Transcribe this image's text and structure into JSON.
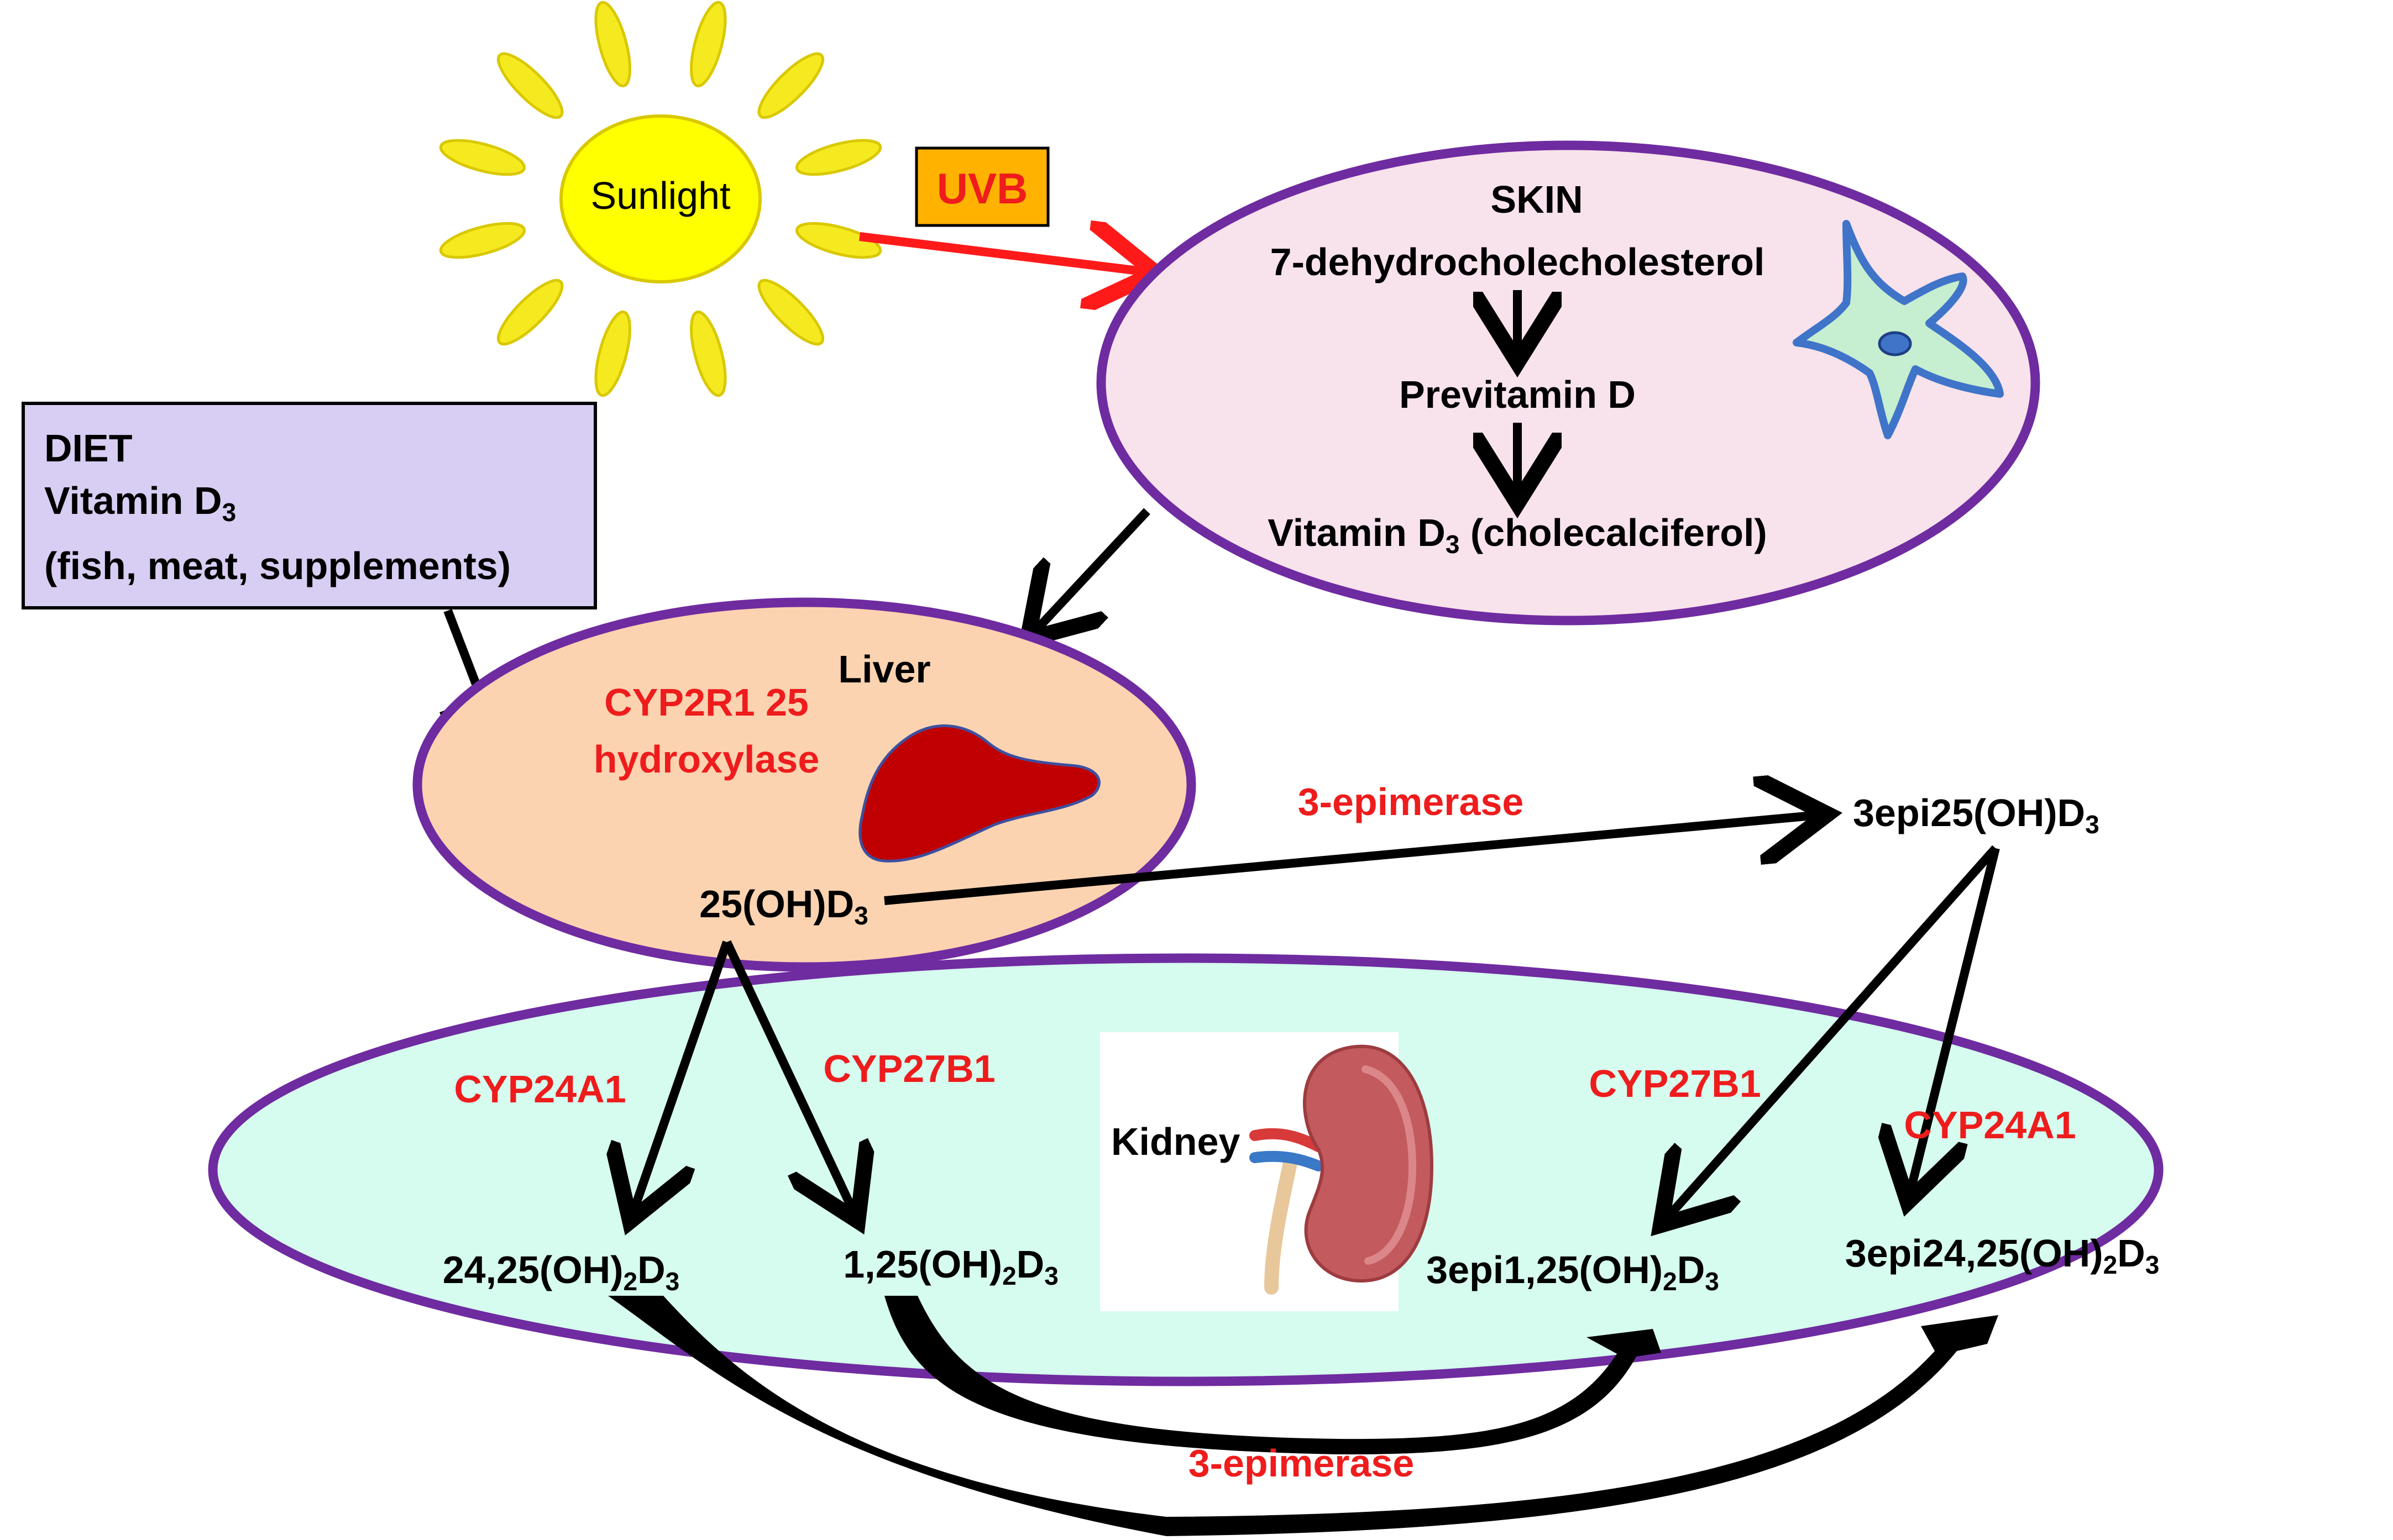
{
  "colors": {
    "sun_fill": "#ffff00",
    "sun_stroke": "#d9c800",
    "ray_fill": "#f5ea1f",
    "uvb_box": "#ffb200",
    "enzyme_text": "#ee1c1c",
    "arrow_red": "#ff1a1a",
    "skin_fill": "#f8e2ec",
    "liver_fill": "#fbd3b1",
    "kidney_fill": "#d6fbef",
    "ellipse_stroke": "#6f2ba0",
    "diet_box": "#d8cdf2",
    "liver_organ": "#c00000",
    "cell_fill": "#c6eed0",
    "cell_stroke": "#3f74c9"
  },
  "sun": {
    "label": "Sunlight",
    "icon": "sun-icon"
  },
  "uvb": {
    "label": "UVB"
  },
  "skin": {
    "title": "SKIN",
    "step1": "7-dehydrocholecholesterol",
    "step2": "Previtamin D",
    "step3_main": "Vitamin D",
    "step3_sub": "3",
    "step3_tail": " (cholecalciferol)",
    "icon": "skin-cell-icon"
  },
  "diet": {
    "line1": "DIET",
    "line2_main": "Vitamin D",
    "line2_sub": "3",
    "line3": "(fish, meat, supplements)"
  },
  "liver": {
    "title": "Liver",
    "enzyme_line1": "CYP2R1 25",
    "enzyme_line2": "hydroxylase",
    "product_main": "25(OH)D",
    "product_sub": "3",
    "icon": "liver-organ-icon"
  },
  "epimer_top": {
    "enzyme": "3-epimerase",
    "product_main": "3epi25(OH)D",
    "product_sub": "3"
  },
  "kidney": {
    "title": "Kidney",
    "icon": "kidney-organ-icon",
    "enz_24_left": "CYP24A1",
    "enz_27_left": "CYP27B1",
    "enz_27_right": "CYP27B1",
    "enz_24_right": "CYP24A1",
    "p1_main": "24,25(OH)",
    "p1_sub": "2",
    "p1_end": "D",
    "p1_sub2": "3",
    "p2_main": "1,25(OH)",
    "p2_sub": "2",
    "p2_end": "D",
    "p2_sub2": "3",
    "p3_main": "3epi1,25(OH)",
    "p3_sub": "2",
    "p3_end": "D",
    "p3_sub2": "3",
    "p4_main": "3epi24,25(OH)",
    "p4_sub": "2",
    "p4_end": "D",
    "p4_sub2": "3"
  },
  "epimer_bottom": {
    "enzyme": "3-epimerase"
  }
}
